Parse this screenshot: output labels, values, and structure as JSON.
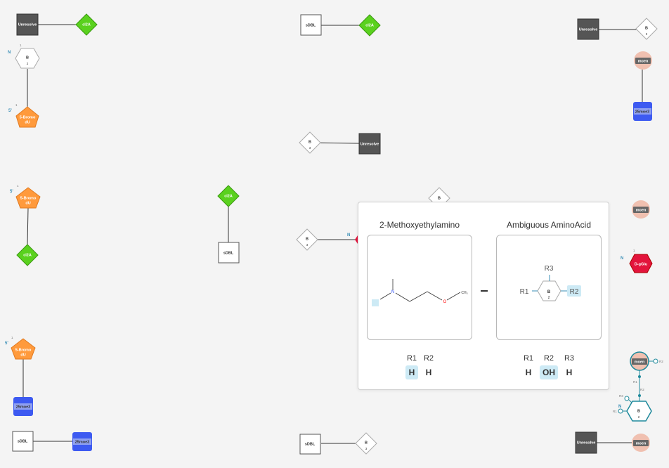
{
  "canvas": {
    "nodes": {
      "unresolve_1": "Unresolve",
      "cl2a_1": "cl2A",
      "b_1": "B",
      "b_1_sub": "2",
      "b_1_num": "1",
      "b_1_att": "N",
      "bromo_1a": "5-Bromo",
      "bromo_1b": "dU",
      "bromo_1_num": "1",
      "bromo_1_att": "5'",
      "sdbl_1": "sDBL",
      "cl2a_2": "cl2A",
      "b_2": "B",
      "b_2_sub": "3",
      "unresolve_2": "Unresolve",
      "unresolve_3": "Unresolve",
      "b_3": "B",
      "b_3_sub": "3",
      "moen_1": "moen",
      "moe_1": "25moe3",
      "bromo_2a": "5-Bromo",
      "bromo_2b": "dU",
      "bromo_2_num": "1",
      "bromo_2_att": "5'",
      "cl2a_3": "cl2A",
      "cl2a_4": "cl2A",
      "sdbl_2": "sDBL",
      "b_4": "B",
      "b_4_sub": "3",
      "b_4_att": "N",
      "b_5": "B",
      "moen_2": "moen",
      "dglu": "D-gGlu",
      "dglu_num": "1",
      "dglu_att": "N",
      "bromo_3a": "5-Bromo",
      "bromo_3b": "dU",
      "bromo_3_num": "1",
      "bromo_3_att": "5'",
      "moe_2": "25moe3",
      "moen_3": "moen",
      "r2_a": "R2",
      "r1_a": "R1",
      "r2_b": "R2",
      "r3_a": "R3",
      "r1_b": "R1",
      "b_6": "B",
      "b_6_sub": "2",
      "b_6_att": "N",
      "sdbl_3": "sDBL",
      "moe_3": "25moe3",
      "sdbl_4": "sDBL",
      "b_7": "B",
      "b_7_sub": "3",
      "unresolve_4": "Unresolve",
      "moen_4": "moen"
    }
  },
  "preview": {
    "left": {
      "title": "2-Methoxyethylamino",
      "atom_n": "N",
      "atom_o": "O",
      "atom_ch3": "CH₃",
      "groups": [
        {
          "label": "R1",
          "value": "H",
          "highlight": true
        },
        {
          "label": "R2",
          "value": "H",
          "highlight": false
        }
      ]
    },
    "right": {
      "title": "Ambiguous AminoAcid",
      "r1": "R1",
      "r2": "R2",
      "r3": "R3",
      "center": "B",
      "center_sub": "2",
      "groups": [
        {
          "label": "R1",
          "value": "H",
          "highlight": false
        },
        {
          "label": "R2",
          "value": "OH",
          "highlight": true
        },
        {
          "label": "R3",
          "value": "H",
          "highlight": false
        }
      ]
    }
  },
  "colors": {
    "unresolve": "#555555",
    "cl2a": "#5ad11e",
    "bromo": "#ff9a3c",
    "moe": "#3d5af1",
    "moen": "#f0c0b0",
    "dglu": "#e3143c",
    "highlight": "#cdeaf5"
  }
}
